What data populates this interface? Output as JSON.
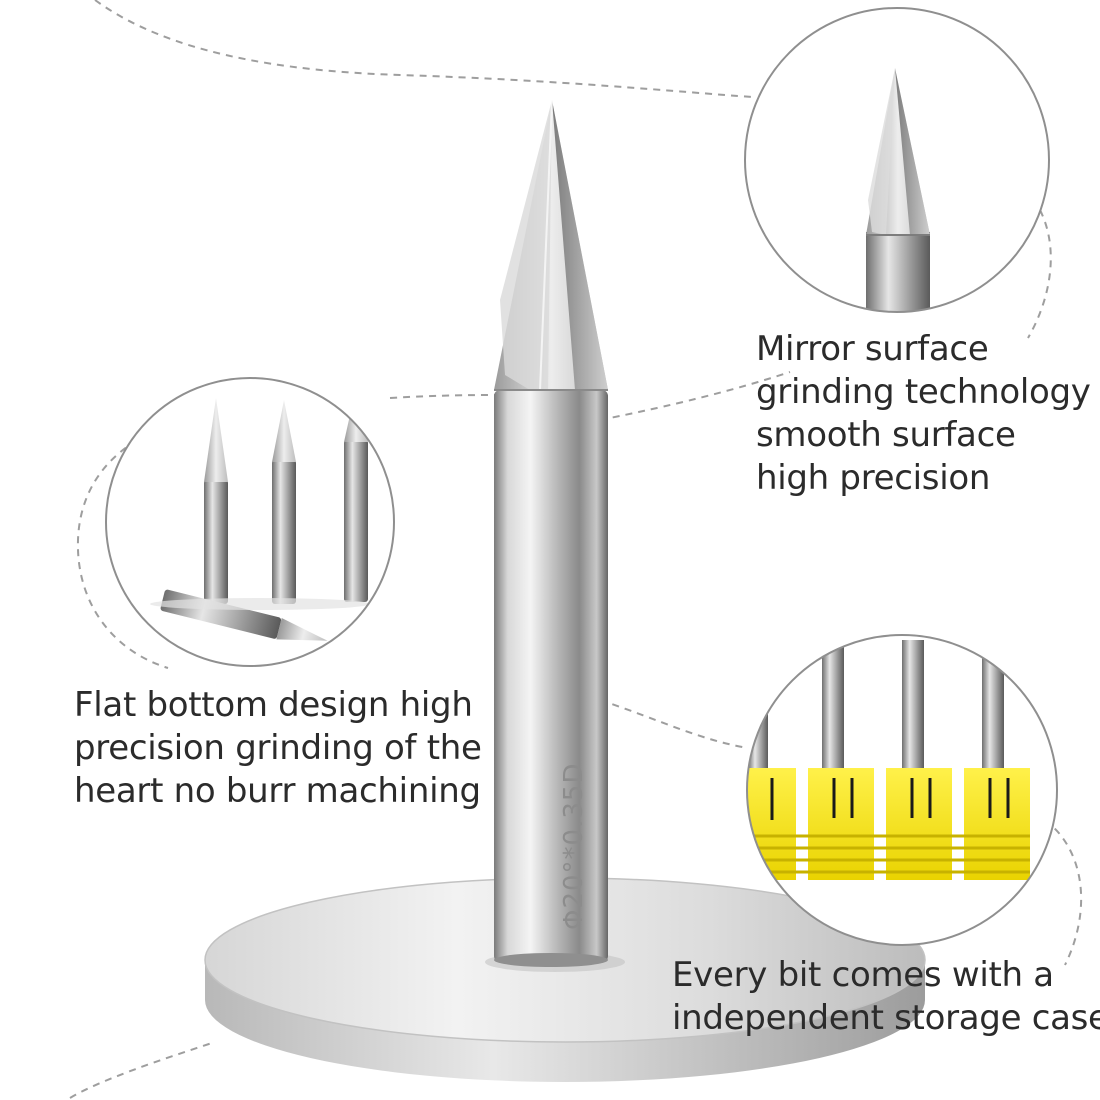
{
  "captions": {
    "mirror_surface": [
      "Mirror surface",
      "grinding technology",
      "smooth surface",
      "high precision"
    ],
    "flat_bottom": [
      "Flat bottom design high",
      "precision grinding of the",
      "heart no burr machining"
    ],
    "storage_case": [
      "Every bit comes with a",
      "independent storage case"
    ]
  },
  "engraving": "Φ20°*0.35D",
  "colors": {
    "steel_light": "#eeeeee",
    "steel_mid": "#b5b5b5",
    "steel_dark": "#555555",
    "case_yellow": "#f5e400",
    "case_yellow_dark": "#c9b400",
    "dash_line": "#9a9a9a",
    "text": "#2b2b2b"
  },
  "icons": {
    "main_subject": "engraving-bit-icon",
    "detail_tip": "bit-tip-icon",
    "detail_set": "bit-set-icon",
    "detail_cases": "storage-case-icon"
  }
}
